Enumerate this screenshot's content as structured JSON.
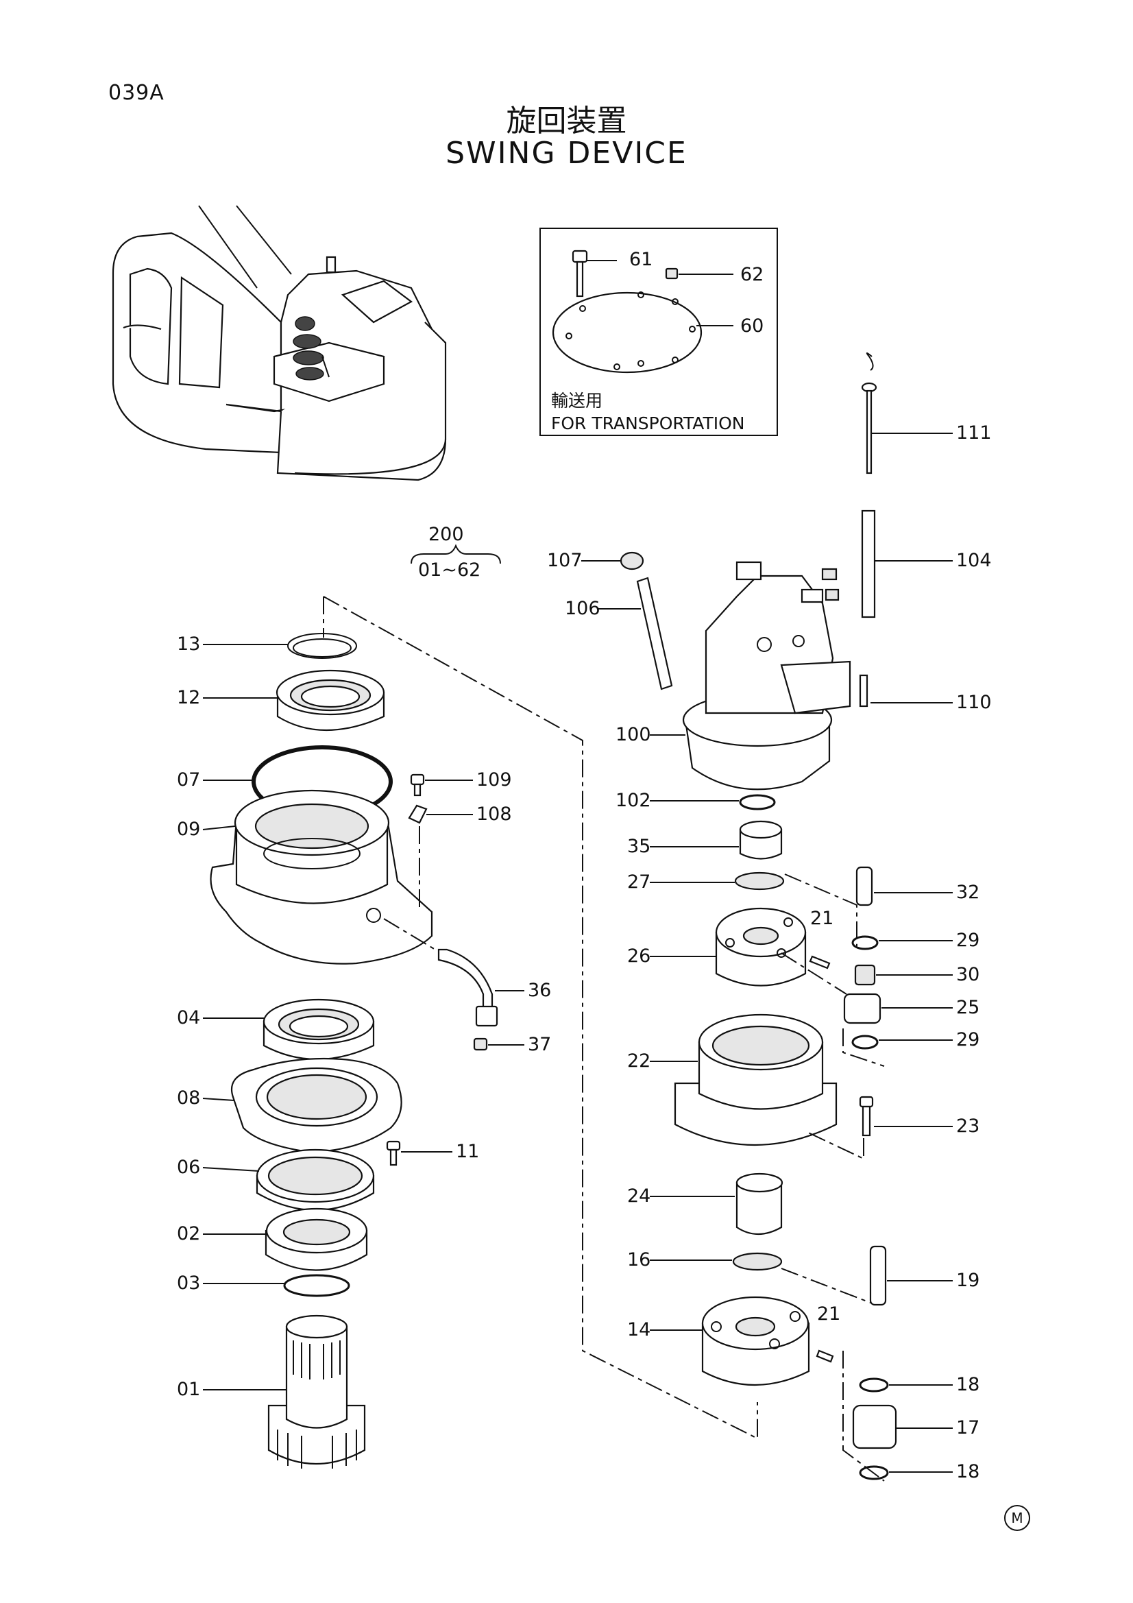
{
  "page": {
    "code": "039A",
    "title_jp": "旋回装置",
    "title_en": "SWING DEVICE",
    "mark": "M"
  },
  "inset": {
    "caption_jp": "輸送用",
    "caption_en": "FOR TRANSPORTATION",
    "parts": [
      "61",
      "62",
      "60"
    ]
  },
  "assembly": {
    "number": "200",
    "range": "01~62"
  },
  "parts": {
    "p13": "13",
    "p12": "12",
    "p07": "07",
    "p09": "09",
    "p04": "04",
    "p08": "08",
    "p06": "06",
    "p02": "02",
    "p03": "03",
    "p01": "01",
    "p109": "109",
    "p108": "108",
    "p36": "36",
    "p37": "37",
    "p11": "11",
    "p111": "111",
    "p104": "104",
    "p107": "107",
    "p106": "106",
    "p110": "110",
    "p100": "100",
    "p102": "102",
    "p35": "35",
    "p27": "27",
    "p32": "32",
    "p21a": "21",
    "p26": "26",
    "p29a": "29",
    "p30": "30",
    "p25": "25",
    "p29b": "29",
    "p22": "22",
    "p23": "23",
    "p24": "24",
    "p16": "16",
    "p19": "19",
    "p21b": "21",
    "p14": "14",
    "p18a": "18",
    "p17": "17",
    "p18b": "18"
  }
}
